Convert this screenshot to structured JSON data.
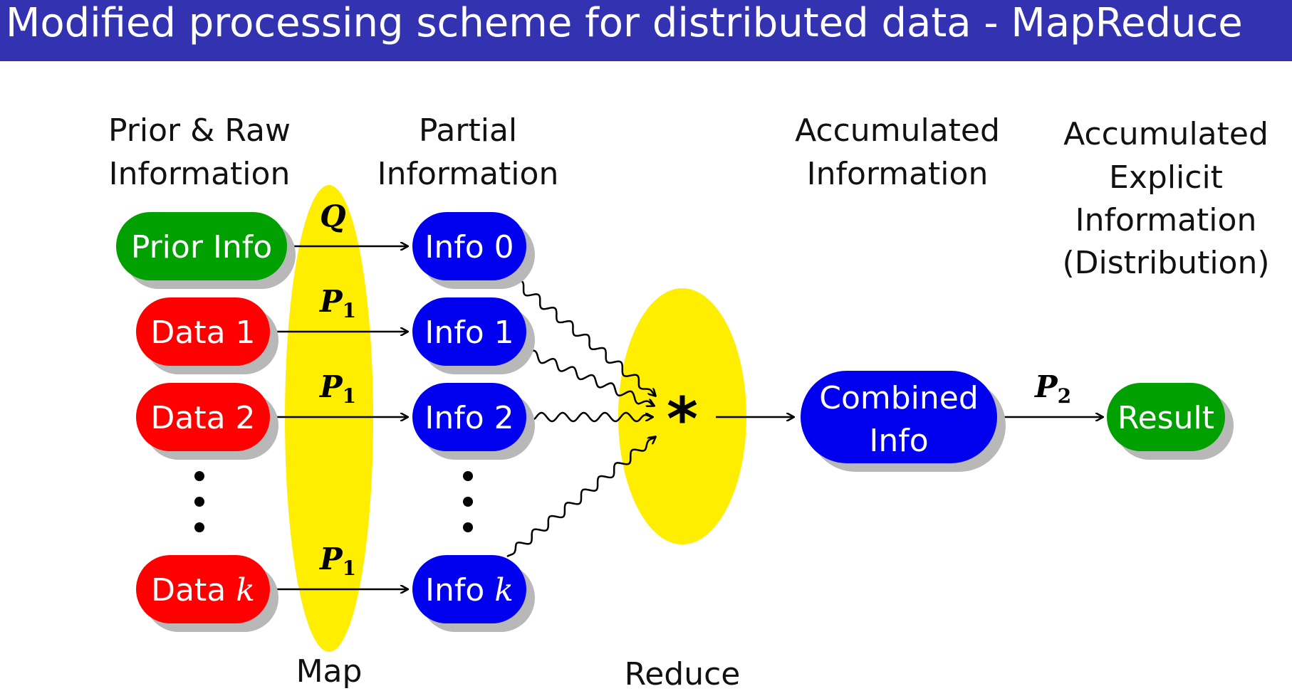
{
  "title": "Modified processing scheme for distributed data - MapReduce",
  "headers": {
    "prior_raw_line1": "Prior & Raw",
    "prior_raw_line2": "Information",
    "partial_line1": "Partial",
    "partial_line2": "Information",
    "accumulated_line1": "Accumulated",
    "accumulated_line2": "Information",
    "explicit_line1": "Accumulated",
    "explicit_line2": "Explicit",
    "explicit_line3": "Information",
    "explicit_line4": "(Distribution)"
  },
  "inputs": {
    "prior": "Prior Info",
    "data1": "Data 1",
    "data2": "Data 2",
    "datak_prefix": "Data ",
    "datak_var": "k"
  },
  "partials": {
    "info0": "Info 0",
    "info1": "Info 1",
    "info2": "Info 2",
    "infok_prefix": "Info ",
    "infok_var": "k"
  },
  "edge_labels": {
    "q": "Q",
    "p1_letter": "P",
    "p1_sub": "1",
    "p2_letter": "P",
    "p2_sub": "2"
  },
  "combine_symbol": "*",
  "combined": {
    "line1": "Combined",
    "line2": "Info"
  },
  "result": "Result",
  "operations": {
    "map": "Map",
    "reduce": "Reduce"
  },
  "colors": {
    "title_bar": "#3333b2",
    "green_node": "#00a000",
    "red_node": "#ff0000",
    "blue_node": "#0000ee",
    "ellipse": "#ffee00",
    "shadow": "#b8b8b8"
  }
}
